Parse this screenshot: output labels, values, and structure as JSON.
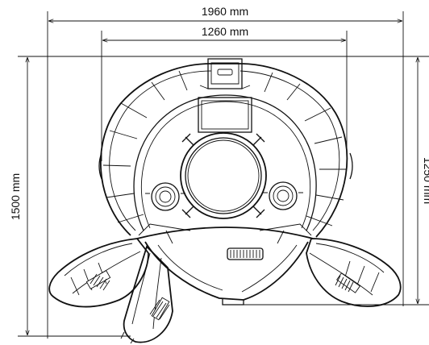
{
  "dimensions": {
    "overall_width": "1960 mm",
    "inner_width": "1260 mm",
    "overall_depth": "1500 mm",
    "right_depth_partial": "1250 mm"
  }
}
